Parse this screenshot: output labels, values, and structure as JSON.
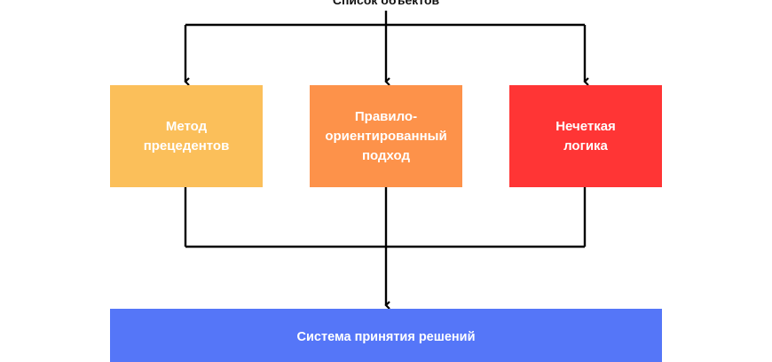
{
  "diagram": {
    "title": "Список объектов",
    "methods": [
      {
        "label": "Метод\nпрецедентов",
        "color": "#fbbf5a"
      },
      {
        "label": "Правило-\nориентированный\nподход",
        "color": "#fd924a"
      },
      {
        "label": "Нечеткая\nлогика",
        "color": "#ff3535"
      }
    ],
    "result": {
      "label": "Система принятия решений",
      "color": "#5576f8"
    },
    "line_color": "#000000"
  }
}
